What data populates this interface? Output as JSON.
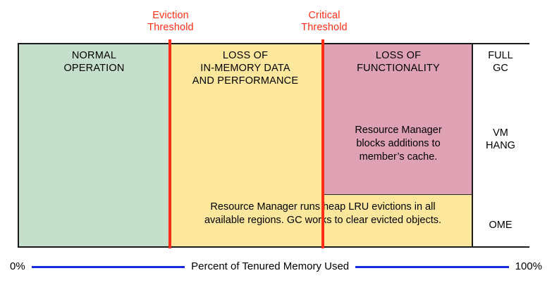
{
  "thresholds": [
    {
      "id": "eviction",
      "label": "Eviction\nThreshold",
      "color": "#ff2d16"
    },
    {
      "id": "critical",
      "label": "Critical\nThreshold",
      "color": "#ff2d16"
    }
  ],
  "bands": [
    {
      "id": "normal",
      "caption": "NORMAL\nOPERATION",
      "color": "#c6dfcd"
    },
    {
      "id": "loss-memory",
      "caption": "LOSS OF\nIN-MEMORY DATA\nAND PERFORMANCE",
      "color": "#fce79d"
    },
    {
      "id": "loss-func",
      "caption": "LOSS OF\nFUNCTIONALITY",
      "color": "#dfa2b4"
    }
  ],
  "notes": {
    "rm_blocks": "Resource Manager\nblocks additions to\nmember’s cache.",
    "rm_evicts": "Resource Manager runs heap LRU evictions in all\navailable regions. GC works to clear evicted objects."
  },
  "status_column": [
    {
      "id": "full-gc",
      "label": "FULL\nGC"
    },
    {
      "id": "vm-hang",
      "label": "VM\nHANG"
    },
    {
      "id": "ome",
      "label": "OME"
    }
  ],
  "axis": {
    "min_label": "0%",
    "max_label": "100%",
    "title": "Percent of Tenured Memory Used",
    "line_color": "#1628e0"
  },
  "chart_data": {
    "type": "bar",
    "title": "Percent of Tenured Memory Used",
    "xlabel": "Percent of Tenured Memory Used",
    "ylabel": "",
    "xlim": [
      0,
      100
    ],
    "grid": false,
    "legend": "none",
    "categories": [
      "NORMAL OPERATION",
      "LOSS OF IN-MEMORY DATA AND PERFORMANCE",
      "LOSS OF FUNCTIONALITY"
    ],
    "values": [
      30,
      30,
      29
    ],
    "annotations": [
      {
        "text": "Eviction Threshold",
        "x": 30
      },
      {
        "text": "Critical Threshold",
        "x": 60
      },
      {
        "text": "Resource Manager blocks additions to member’s cache.",
        "x": 75
      },
      {
        "text": "Resource Manager runs heap LRU evictions in all available regions. GC works to clear evicted objects.",
        "x": 60
      },
      {
        "text": "FULL GC",
        "x": 92
      },
      {
        "text": "VM HANG",
        "x": 92
      },
      {
        "text": "OME",
        "x": 92
      }
    ]
  }
}
